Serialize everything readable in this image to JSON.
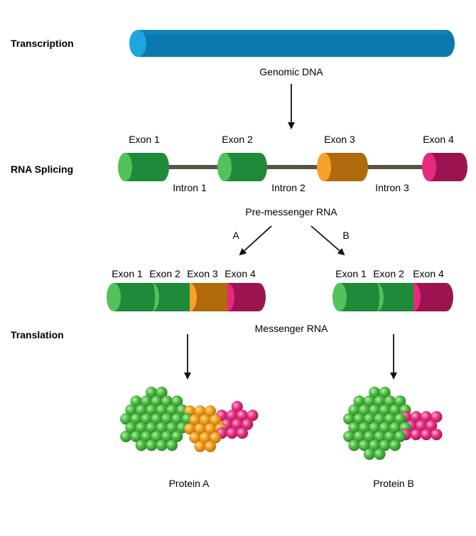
{
  "stages": {
    "transcription": "Transcription",
    "rna_splicing": "RNA Splicing",
    "translation": "Translation"
  },
  "labels": {
    "genomic_dna": "Genomic DNA",
    "exon_1": "Exon 1",
    "exon_2": "Exon 2",
    "exon_3": "Exon 3",
    "exon_4": "Exon 4",
    "intron_1": "Intron 1",
    "intron_2": "Intron 2",
    "intron_3": "Intron 3",
    "pre_mrna": "Pre-messenger RNA",
    "path_a": "A",
    "path_b": "B",
    "mrna": "Messenger RNA",
    "protein_a": "Protein A",
    "protein_b": "Protein B"
  },
  "colors": {
    "dna": "#0b79ad",
    "dna_cap": "#1fa5e0",
    "exon_1_2": "#1f8a3a",
    "exon_1_2_cap": "#52c25a",
    "exon_3": "#b06a0c",
    "exon_3_cap": "#f7a12a",
    "exon_4": "#9b1451",
    "exon_4_cap": "#e8287f",
    "intron": "#5a5349"
  }
}
